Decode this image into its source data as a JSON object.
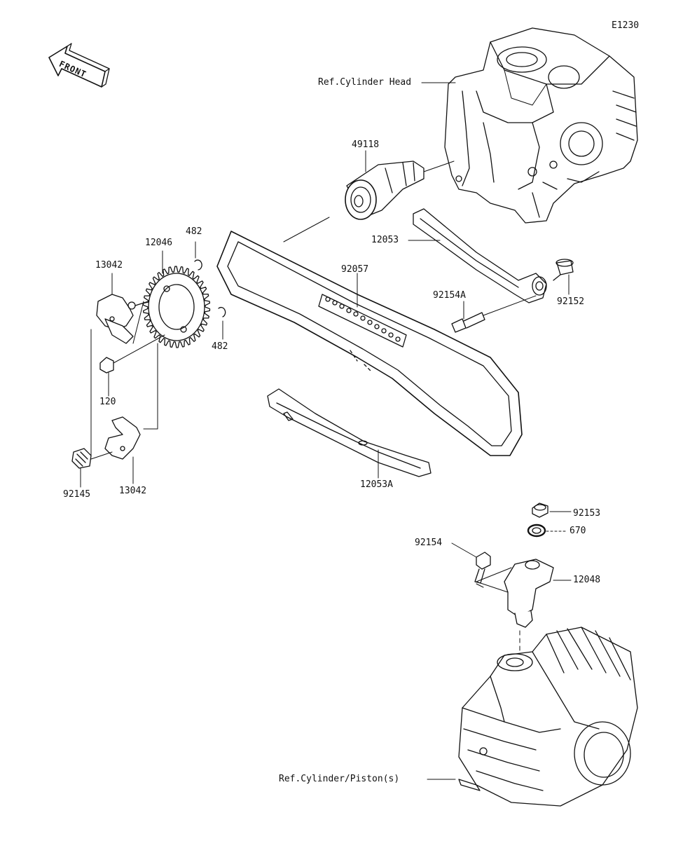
{
  "diagram_code": "E1230",
  "front_label": "FRONT",
  "refs": {
    "cylinder_head": "Ref.Cylinder Head",
    "cylinder_piston": "Ref.Cylinder/Piston(s)"
  },
  "parts": {
    "p49118": "49118",
    "p12046": "12046",
    "p482_top": "482",
    "p482_bot": "482",
    "p13042_top": "13042",
    "p13042_bot": "13042",
    "p92057": "92057",
    "p12053": "12053",
    "p12053A": "12053A",
    "p92154A": "92154A",
    "p92152": "92152",
    "p120": "120",
    "p92145": "92145",
    "p92153": "92153",
    "p670": "670",
    "p92154": "92154",
    "p12048": "12048"
  }
}
